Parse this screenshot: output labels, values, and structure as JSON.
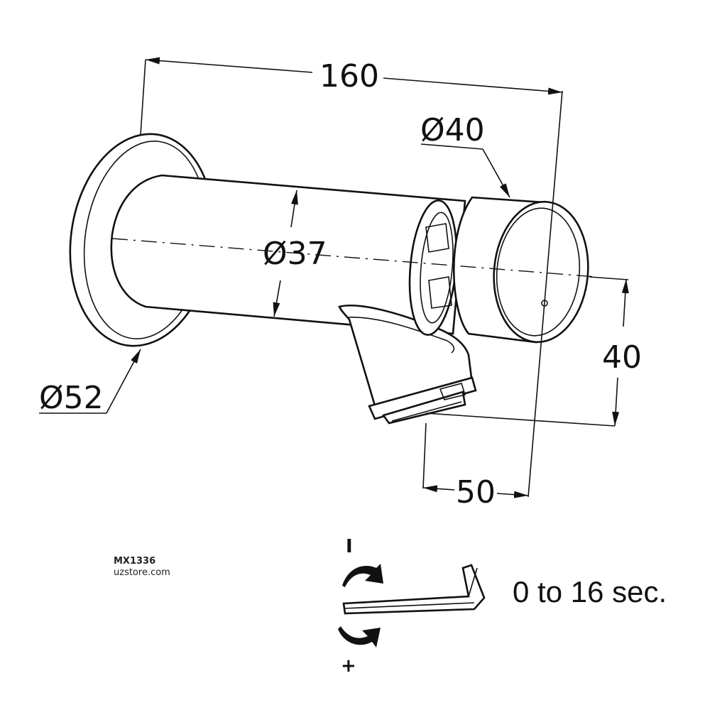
{
  "dimensions": {
    "total_length": "160",
    "button_diameter": "Ø40",
    "body_diameter": "Ø37",
    "flange_diameter": "Ø52",
    "spout_drop": "40",
    "spout_offset": "50"
  },
  "watermark": {
    "code": "MX1336",
    "site": "uzstore.com"
  },
  "adjustment": {
    "minus_symbol": "I",
    "plus_symbol": "+",
    "range_text": "0 to 16 sec."
  },
  "icons": [
    "rotate-clockwise-arrow-icon",
    "rotate-counterclockwise-arrow-icon",
    "hex-key-icon"
  ]
}
